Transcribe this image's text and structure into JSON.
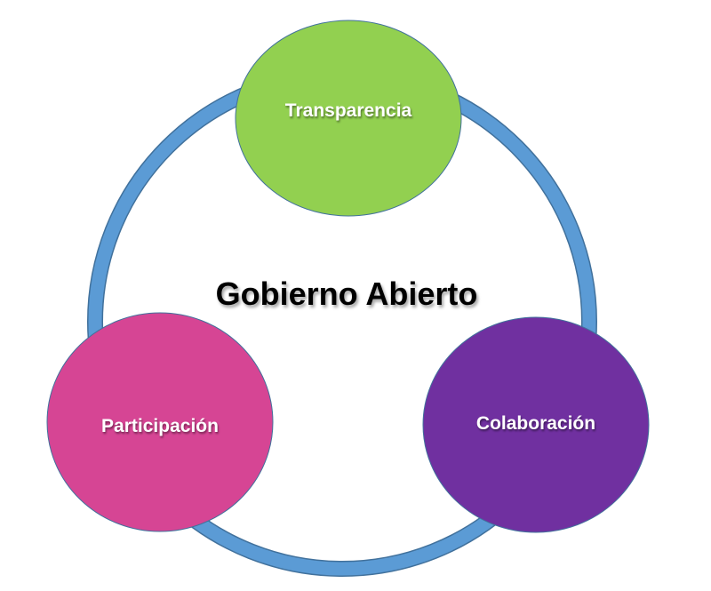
{
  "title": "Gobierno Abierto",
  "nodes": [
    {
      "label": "Transparencia",
      "color": "#92d050"
    },
    {
      "label": "Participación",
      "color": "#d64594"
    },
    {
      "label": "Colaboración",
      "color": "#7030a0"
    }
  ],
  "ring_color": "#5b9bd5"
}
